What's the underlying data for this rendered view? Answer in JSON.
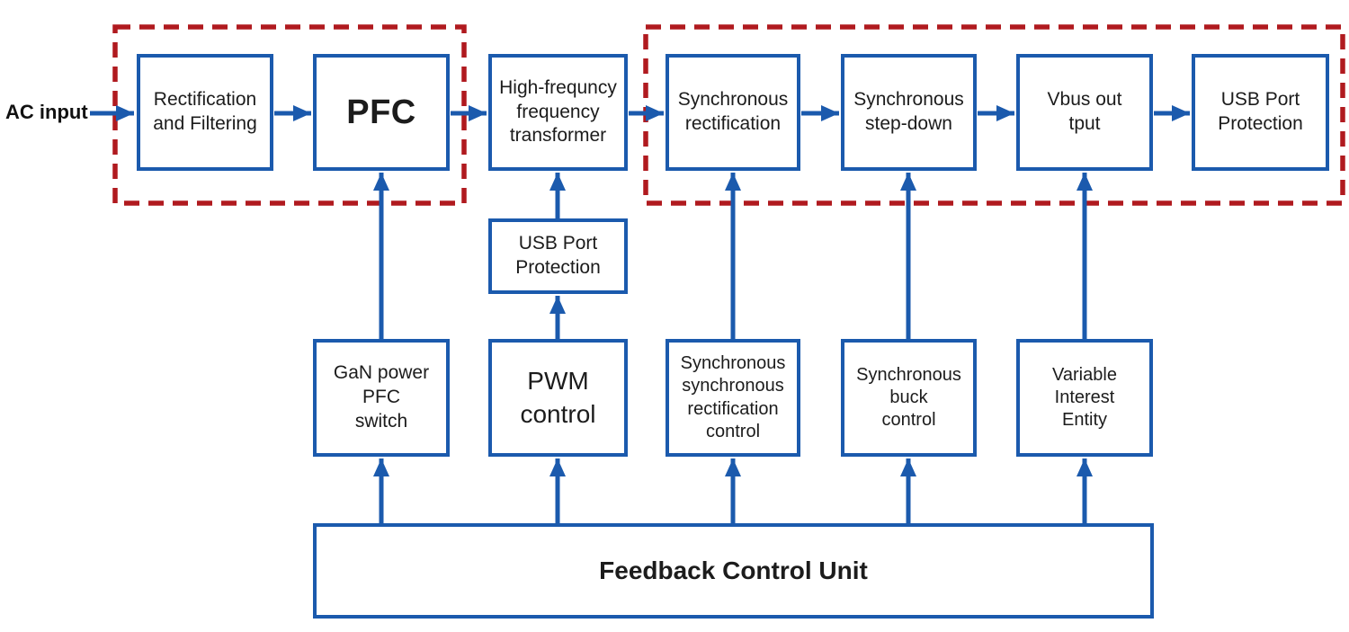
{
  "diagram": {
    "kind": "power-adapter-block-diagram",
    "colors": {
      "box_border_blue": "#1b5aad",
      "arrow_blue": "#1b5aad",
      "dashed_group_red": "#b01a1f",
      "text_dark": "#1c1c1c",
      "background": "#ffffff"
    },
    "input": {
      "label": "AC input"
    },
    "nodes": {
      "rect_filter": "Rectification\nand Filtering",
      "pfc": "PFC",
      "hf_transformer": "High-frequncy\nfrequency\ntransformer",
      "sync_rectification": "Synchronous\nrectification",
      "sync_stepdown": "Synchronous\nstep-down",
      "vbus_output": "Vbus out\ntput",
      "usb_port_protection_output": "USB Port\nProtection",
      "usb_port_protection_mid": "USB Port\nProtection",
      "gan_power_pfc_switch": "GaN power\nPFC\nswitch",
      "pwm_control": "PWM\ncontrol",
      "sync_sync_rectification_control": "Synchronous\nsynchronous\nrectification\ncontrol",
      "sync_buck_control": "Synchronous\nbuck\ncontrol",
      "variable_interest_entity": "Variable\nInterest\nEntity",
      "feedback_control_unit": "Feedback Control Unit"
    }
  }
}
